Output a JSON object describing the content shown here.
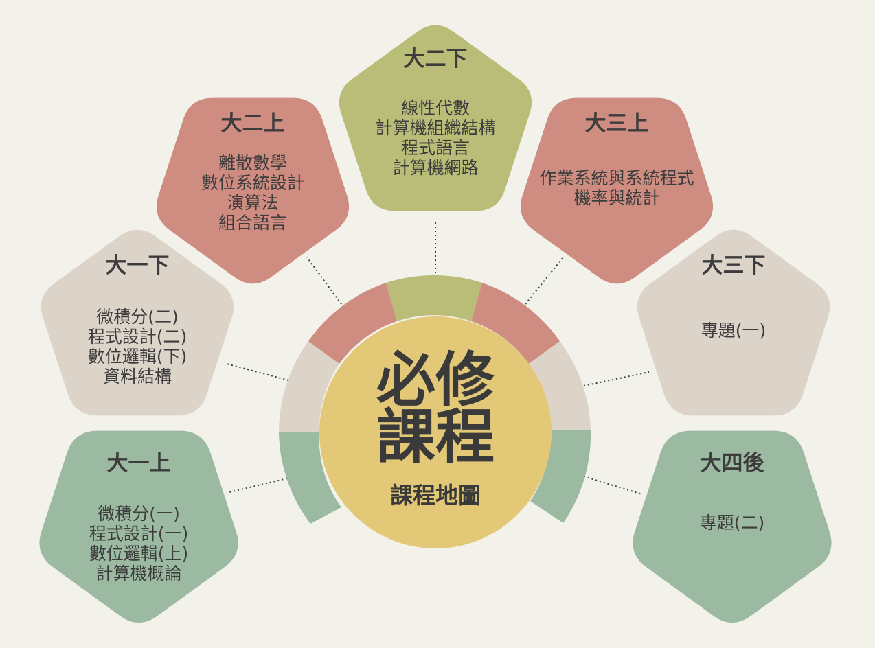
{
  "center": {
    "title_lines": [
      "必修",
      "課程"
    ],
    "subtitle": "課程地圖",
    "color": "#e3c878"
  },
  "colors": {
    "green": "#9cb9a1",
    "beige": "#dcd3c9",
    "rose": "#cf8c80",
    "olive": "#b9bd78"
  },
  "nodes": [
    {
      "id": "y1a",
      "title": "大一上",
      "color": "#9cb9a1",
      "courses": [
        "微積分(一)",
        "程式設計(一)",
        "數位邏輯(上)",
        "計算機概論"
      ]
    },
    {
      "id": "y1b",
      "title": "大一下",
      "color": "#dcd3c9",
      "courses": [
        "微積分(二)",
        "程式設計(二)",
        "數位邏輯(下)",
        "資料結構"
      ]
    },
    {
      "id": "y2a",
      "title": "大二上",
      "color": "#cf8c80",
      "courses": [
        "離散數學",
        "數位系統設計",
        "演算法",
        "組合語言"
      ]
    },
    {
      "id": "y2b",
      "title": "大二下",
      "color": "#b9bd78",
      "courses": [
        "線性代數",
        "計算機組織結構",
        "程式語言",
        "計算機網路"
      ]
    },
    {
      "id": "y3a",
      "title": "大三上",
      "color": "#cf8c80",
      "courses": [
        "作業系統與系統程式",
        "機率與統計"
      ]
    },
    {
      "id": "y3b",
      "title": "大三下",
      "color": "#dcd3c9",
      "courses": [
        "專題(一)"
      ]
    },
    {
      "id": "y4",
      "title": "大四後",
      "color": "#9cb9a1",
      "courses": [
        "專題(二)"
      ]
    }
  ]
}
